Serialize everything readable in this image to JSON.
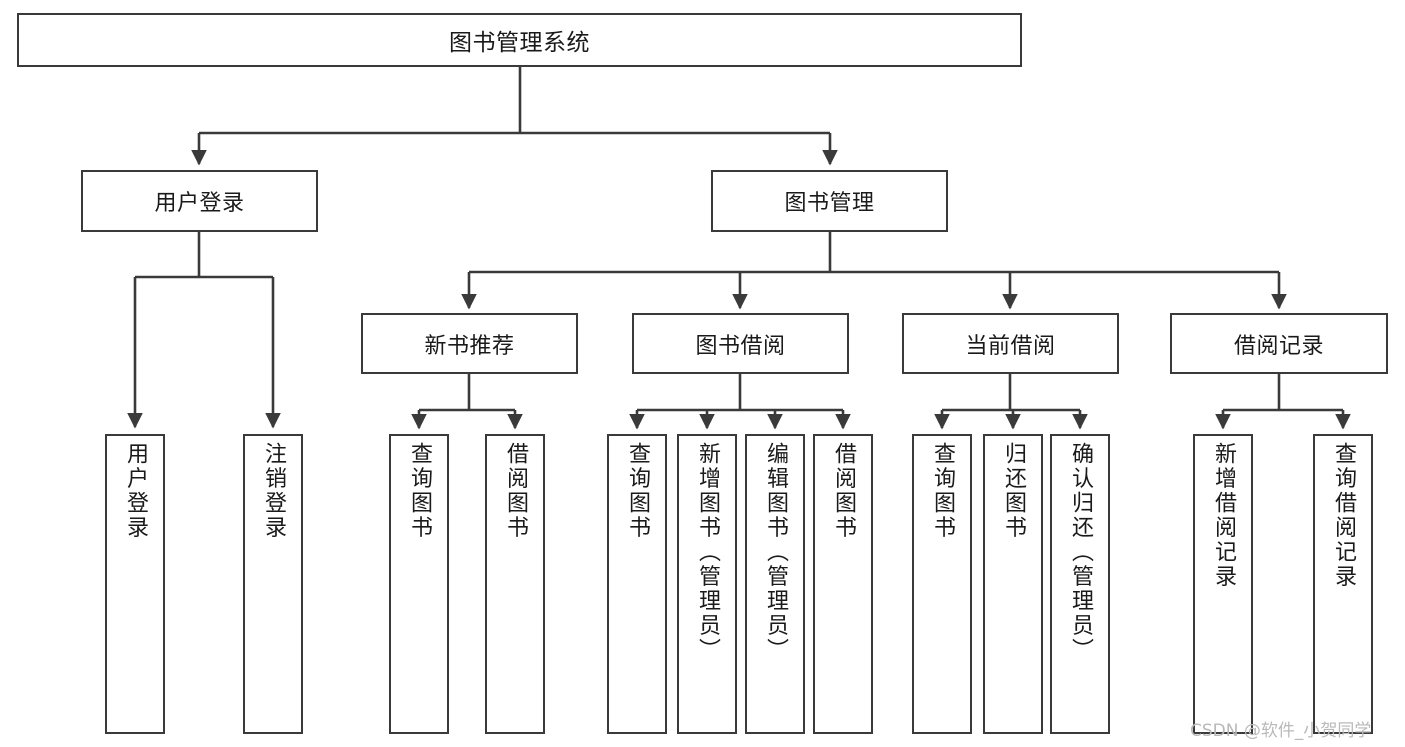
{
  "diagram": {
    "title": "图书管理系统",
    "type": "tree",
    "orientation": "top-down",
    "colors": {
      "stroke": "#3a3a3a",
      "fill": "#ffffff",
      "text": "#1a1a1a",
      "watermark": "#b9b9b9"
    },
    "nodes": {
      "root": {
        "label": "图书管理系统"
      },
      "level1": [
        {
          "label": "用户登录"
        },
        {
          "label": "图书管理"
        }
      ],
      "level2": [
        {
          "label": "新书推荐"
        },
        {
          "label": "图书借阅"
        },
        {
          "label": "当前借阅"
        },
        {
          "label": "借阅记录"
        }
      ],
      "leaves_user_login": [
        {
          "label": "用户登录"
        },
        {
          "label": "注销登录"
        }
      ],
      "leaves_new_book": [
        {
          "label": "查询图书"
        },
        {
          "label": "借阅图书"
        }
      ],
      "leaves_borrow": [
        {
          "label": "查询图书"
        },
        {
          "label": "新增图书（管理员）"
        },
        {
          "label": "编辑图书（管理员）"
        },
        {
          "label": "借阅图书"
        }
      ],
      "leaves_current": [
        {
          "label": "查询图书"
        },
        {
          "label": "归还图书"
        },
        {
          "label": "确认归还（管理员）"
        }
      ],
      "leaves_records": [
        {
          "label": "新增借阅记录"
        },
        {
          "label": "查询借阅记录"
        }
      ]
    },
    "watermark": "CSDN @软件_小贺同学"
  }
}
